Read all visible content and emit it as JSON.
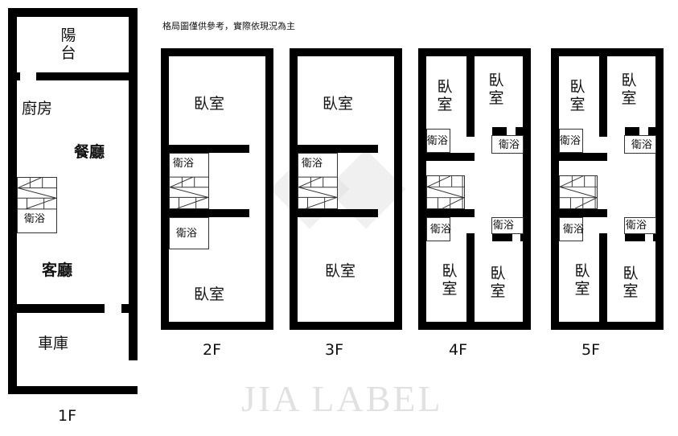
{
  "note": "格局圖僅供參考，實際依現況為主",
  "watermark": "JIA LABEL",
  "floors": {
    "f1": {
      "label": "1F",
      "rooms": {
        "balcony": "陽台",
        "kitchen": "廚房",
        "dining": "餐廳",
        "bath": "衛浴",
        "living": "客廳",
        "garage": "車庫"
      }
    },
    "f2": {
      "label": "2F",
      "rooms": {
        "bedroom1": "臥室",
        "bath1": "衛浴",
        "bath2": "衛浴",
        "bedroom2": "臥室"
      }
    },
    "f3": {
      "label": "3F",
      "rooms": {
        "bedroom1": "臥室",
        "bath1": "衛浴",
        "bedroom2": "臥室"
      }
    },
    "f4": {
      "label": "4F",
      "rooms": {
        "bedroom1": "臥室",
        "bedroom2": "臥室",
        "bath1": "衛浴",
        "bath2": "衛浴",
        "bath3": "衛浴",
        "bath4": "衛浴",
        "bedroom3": "臥室",
        "bedroom4": "臥室"
      }
    },
    "f5": {
      "label": "5F",
      "rooms": {
        "bedroom1": "臥室",
        "bedroom2": "臥室",
        "bath1": "衛浴",
        "bath2": "衛浴",
        "bath3": "衛浴",
        "bath4": "衛浴",
        "bedroom3": "臥室",
        "bedroom4": "臥室"
      }
    }
  }
}
